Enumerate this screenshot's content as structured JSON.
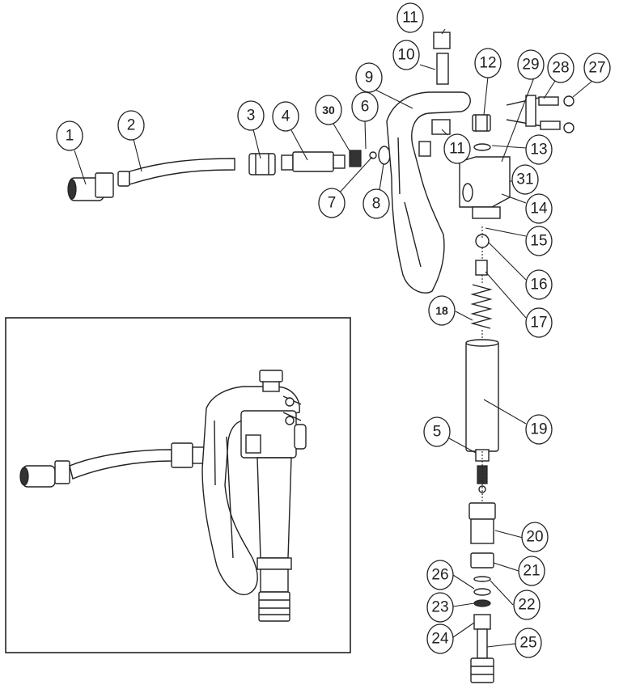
{
  "figure": {
    "callouts": [
      "1",
      "2",
      "3",
      "4",
      "5",
      "6",
      "7",
      "8",
      "9",
      "10",
      "11",
      "11",
      "12",
      "13",
      "14",
      "15",
      "16",
      "17",
      "18",
      "19",
      "20",
      "21",
      "22",
      "23",
      "24",
      "25",
      "26",
      "27",
      "28",
      "29",
      "30",
      "31"
    ]
  }
}
